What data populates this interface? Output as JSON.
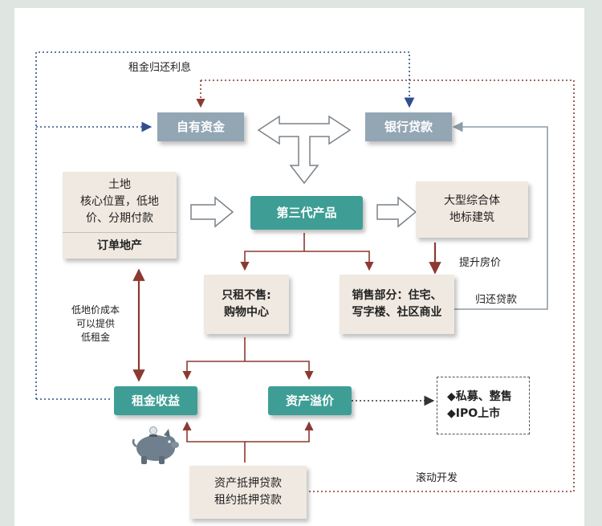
{
  "nodes": {
    "own_capital": "自有资金",
    "bank_loan": "银行贷款",
    "land_line1": "土地",
    "land_line2": "核心位置，低地",
    "land_line3": "价、分期付款",
    "order_real_estate": "订单地产",
    "third_gen_product": "第三代产品",
    "landmark": "大型综合体\n地标建筑",
    "rent_only": "只租不售:\n购物中心",
    "sales_part": "销售部分：住宅、\n写字楼、社区商业",
    "rental_income": "租金收益",
    "asset_premium": "资产溢价",
    "exit_options": [
      "◆私募、整售",
      "◆IPO上市"
    ],
    "mortgage": "资产抵押贷款\n租约抵押贷款"
  },
  "labels": {
    "rent_repay_interest": "租金归还利息",
    "raise_price": "提升房价",
    "repay_loan": "归还贷款",
    "low_land_cost": "低地价成本\n可以提供\n低租金",
    "rolling_development": "滚动开发"
  },
  "colors": {
    "teal": "#3e9e95",
    "slate": "#93a6b4",
    "beige": "#f0e9e1",
    "arrow_brown": "#8b3a32",
    "dotted_blue": "#2f4f8f",
    "dotted_red": "#8b3a32"
  },
  "icons": {
    "piggy_bank": "piggy-bank-icon"
  }
}
